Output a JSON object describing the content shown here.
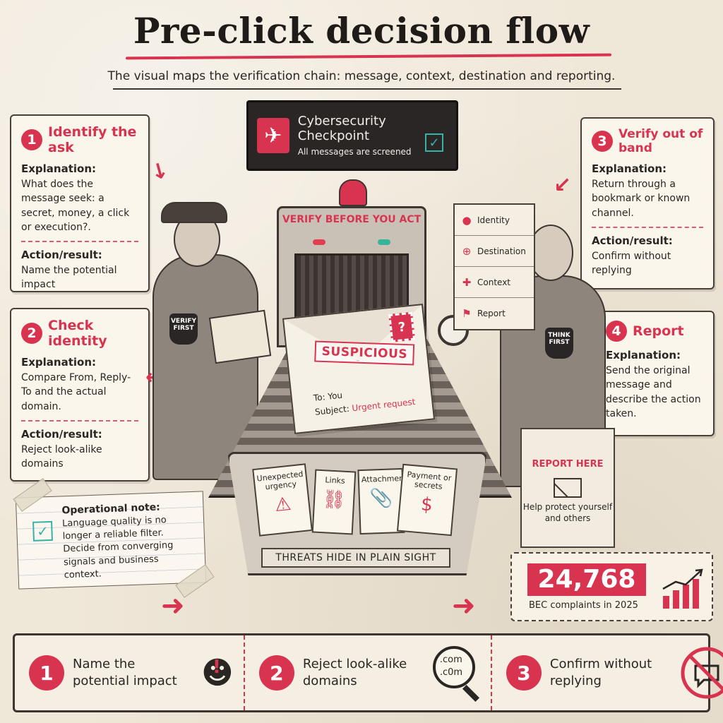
{
  "header": {
    "title": "Pre-click decision flow",
    "subtitle": "The visual maps the verification chain: message, context, destination and reporting."
  },
  "steps": [
    {
      "number": "1",
      "title": "Identify the ask",
      "explanation_label": "Explanation:",
      "explanation": "What does the message seek: a secret, money, a click or execution?.",
      "action_label": "Action/result:",
      "action": "Name the potential impact"
    },
    {
      "number": "2",
      "title": "Check identity",
      "explanation_label": "Explanation:",
      "explanation": "Compare From, Reply-To and the actual domain.",
      "action_label": "Action/result:",
      "action": "Reject look-alike domains"
    },
    {
      "number": "3",
      "title": "Verify out of band",
      "explanation_label": "Explanation:",
      "explanation": "Return through a bookmark or known channel.",
      "action_label": "Action/result:",
      "action": "Confirm without replying"
    },
    {
      "number": "4",
      "title": "Report",
      "explanation_label": "Explanation:",
      "explanation": "Send the original message and describe the action taken."
    }
  ],
  "scene": {
    "sign_title": "Cybersecurity Checkpoint",
    "sign_subtitle": "All messages are screened",
    "scanner_label": "VERIFY BEFORE YOU ACT",
    "badge_left": "VERIFY FIRST",
    "badge_right": "THINK FIRST",
    "envelope_stamp_text": "SUSPICIOUS",
    "envelope_to": "To: You",
    "envelope_subject_label": "Subject:",
    "envelope_subject_value": "Urgent request",
    "checklist": [
      {
        "icon": "person-icon",
        "label": "Identity"
      },
      {
        "icon": "globe-icon",
        "label": "Destination"
      },
      {
        "icon": "puzzle-icon",
        "label": "Context"
      },
      {
        "icon": "flag-icon",
        "label": "Report"
      }
    ],
    "threats": [
      {
        "label": "Unexpected urgency",
        "icon": "warning-icon"
      },
      {
        "label": "Links",
        "icon": "link-icon"
      },
      {
        "label": "Attachments",
        "icon": "paperclip-icon"
      },
      {
        "label": "Payment or secrets",
        "icon": "money-bag-icon"
      }
    ],
    "tray_label": "THREATS HIDE IN PLAIN SIGHT",
    "report_box_title": "REPORT HERE",
    "report_box_text": "Help protect yourself and others"
  },
  "note": {
    "title": "Operational note:",
    "text": "Language quality is no longer a reliable filter. Decide from converging signals and business context."
  },
  "stat": {
    "value": "24,768",
    "caption": "BEC complaints in 2025"
  },
  "summary": [
    {
      "number": "1",
      "text": "Name the potential impact",
      "icon": "head-alert-icon"
    },
    {
      "number": "2",
      "text": "Reject look-alike domains",
      "icon": "magnifier-domain-icon",
      "icon_text_1": ".com",
      "icon_text_2": ".c0m"
    },
    {
      "number": "3",
      "text": "Confirm without replying",
      "icon": "no-reply-icon"
    }
  ],
  "colors": {
    "accent": "#d8344f",
    "ink": "#2a2623",
    "paper": "#efe7d8",
    "check": "#36b3a8"
  }
}
